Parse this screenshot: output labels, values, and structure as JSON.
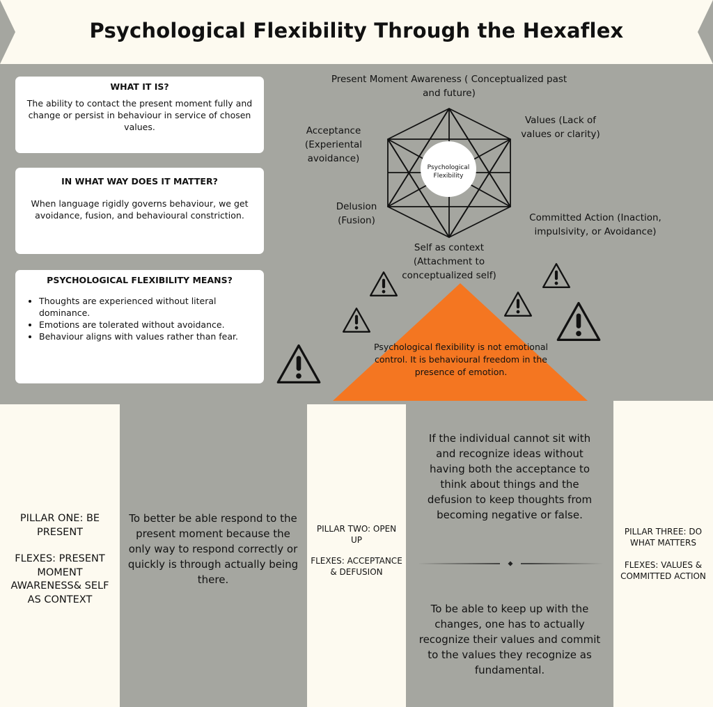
{
  "header": {
    "title": "Psychological Flexibility Through the Hexaflex"
  },
  "cards": [
    {
      "heading": "WHAT IT IS?",
      "text": "The ability to contact the present moment fully and change or persist in behaviour in service of chosen values."
    },
    {
      "heading": "IN WHAT WAY DOES IT MATTER?",
      "text": "When language rigidly governs behaviour, we get avoidance, fusion, and behavioural constriction."
    },
    {
      "heading": "PSYCHOLOGICAL FLEXIBILITY MEANS?",
      "bullets": [
        "Thoughts are experienced without literal dominance.",
        "Emotions are tolerated without avoidance.",
        "Behaviour aligns with values rather than fear."
      ]
    }
  ],
  "hexaflex": {
    "center": "Psychological Flexibility",
    "top": "Present Moment Awareness ( Conceptualized past and future)",
    "top_right": "Values (Lack of values or clarity)",
    "top_left": "Acceptance (Experiental avoidance)",
    "bottom_left": "Delusion (Fusion)",
    "bottom_right": "Committed Action (Inaction, impulsivity, or Avoidance)",
    "bottom": "Self as context (Attachment to conceptualized self)"
  },
  "triangle": {
    "text": "Psychological flexibility is not emotional control. It is behavioural freedom in the presence of emotion."
  },
  "warning_icons": [
    "warning-icon",
    "warning-icon",
    "warning-icon",
    "warning-icon",
    "warning-icon",
    "warning-icon"
  ],
  "pillars": {
    "one": {
      "title": "PILLAR ONE: BE PRESENT",
      "flexes": "FLEXES: PRESENT MOMENT AWARENESS& SELF AS CONTEXT",
      "text": "To better be able respond to the present moment because the only way to respond correctly or quickly is through actually being there."
    },
    "two": {
      "title": "PILLAR TWO: OPEN UP",
      "flexes": "FLEXES: ACCEPTANCE & DEFUSION",
      "text_top": "If the individual cannot sit with and recognize ideas without having both the acceptance to think about things and the defusion to keep thoughts from becoming negative or false.",
      "text_bottom": "To be able to keep up with the changes, one has to actually recognize their values and commit to the values they recognize as fundamental."
    },
    "three": {
      "title": "PILLAR THREE: DO WHAT MATTERS",
      "flexes": "FLEXES: VALUES & COMMITTED ACTION"
    }
  },
  "colors": {
    "background": "#a5a6a0",
    "cream": "#fdfaf0",
    "accent": "#f47621",
    "card": "#ffffff"
  }
}
